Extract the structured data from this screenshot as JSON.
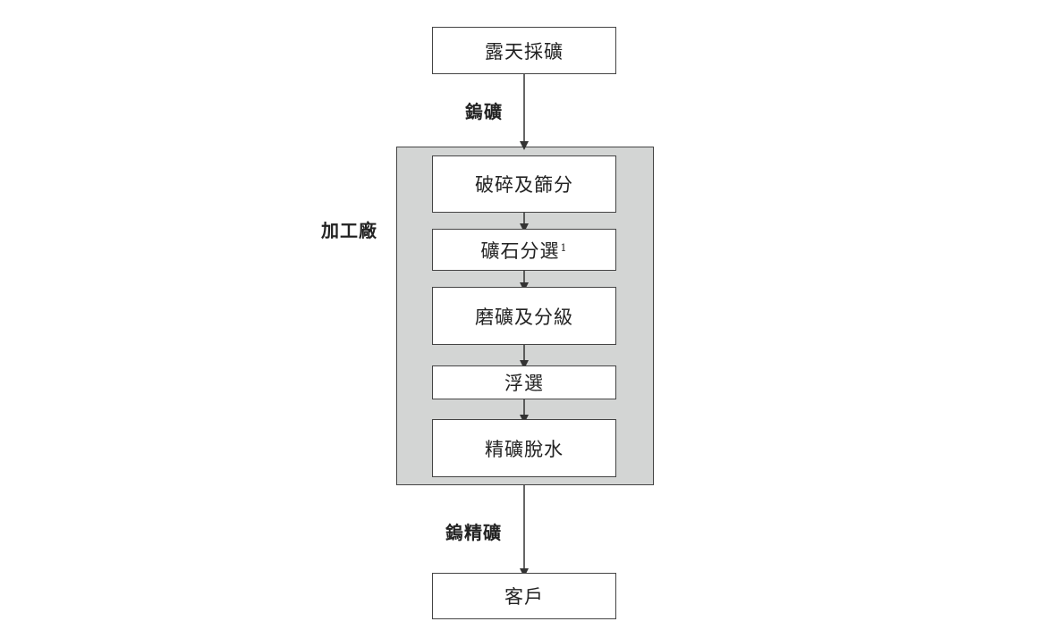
{
  "flowchart": {
    "mining": "露天採礦",
    "ore_label": "鎢礦",
    "plant_label": "加工廠",
    "steps": {
      "crushing": "破碎及篩分",
      "sorting": "礦石分選",
      "sorting_footnote": "1",
      "grinding": "磨礦及分級",
      "flotation": "浮選",
      "dewatering": "精礦脫水"
    },
    "concentrate_label": "鎢精礦",
    "customer": "客戶"
  }
}
